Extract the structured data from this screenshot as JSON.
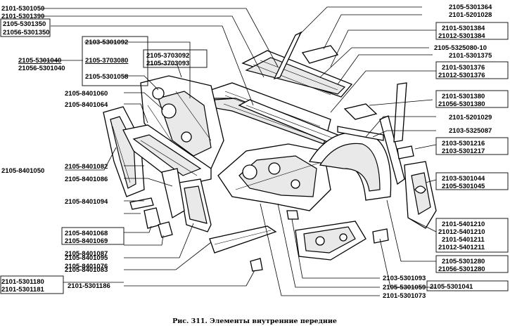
{
  "caption": "Рис. 311. Элементы внутренние передние",
  "labels_left": [
    "2101-5301050",
    "2101-5301390",
    "2105-5301350",
    "21056-5301350",
    "2103-5301092",
    "2105-5301040",
    "21056-5301040",
    "2105-3703080",
    "2105-3703092",
    "2105-3703093",
    "2105-5301058",
    "2105-8401060",
    "2105-8401064",
    "2105-8401050",
    "2105-8401082",
    "2105-8401086",
    "2105-8401094",
    "2105-8401068",
    "2105-8401069",
    "2105-8401087",
    "2105-8401076",
    "2105-8401095",
    "2105-8401083",
    "2101-5301180",
    "2101-5301181",
    "2101-5301186"
  ],
  "labels_right": [
    "2105-5301364",
    "2101-5201028",
    "2101-5301384",
    "21012-5301384",
    "2105-5325080-10",
    "2101-5301375",
    "2101-5301376",
    "21012-5301376",
    "2101-5301380",
    "21056-5301380",
    "2101-5201029",
    "2103-5325087",
    "2103-5301216",
    "2103-5301217",
    "2103-5301044",
    "2105-5301045",
    "2101-5401210",
    "21012-5401210",
    "2101-5401211",
    "21012-5401211",
    "2105-5301280",
    "21056-5301280",
    "2103-5301093",
    "2105-5301059",
    "2101-5301073",
    "2105-5301041"
  ]
}
